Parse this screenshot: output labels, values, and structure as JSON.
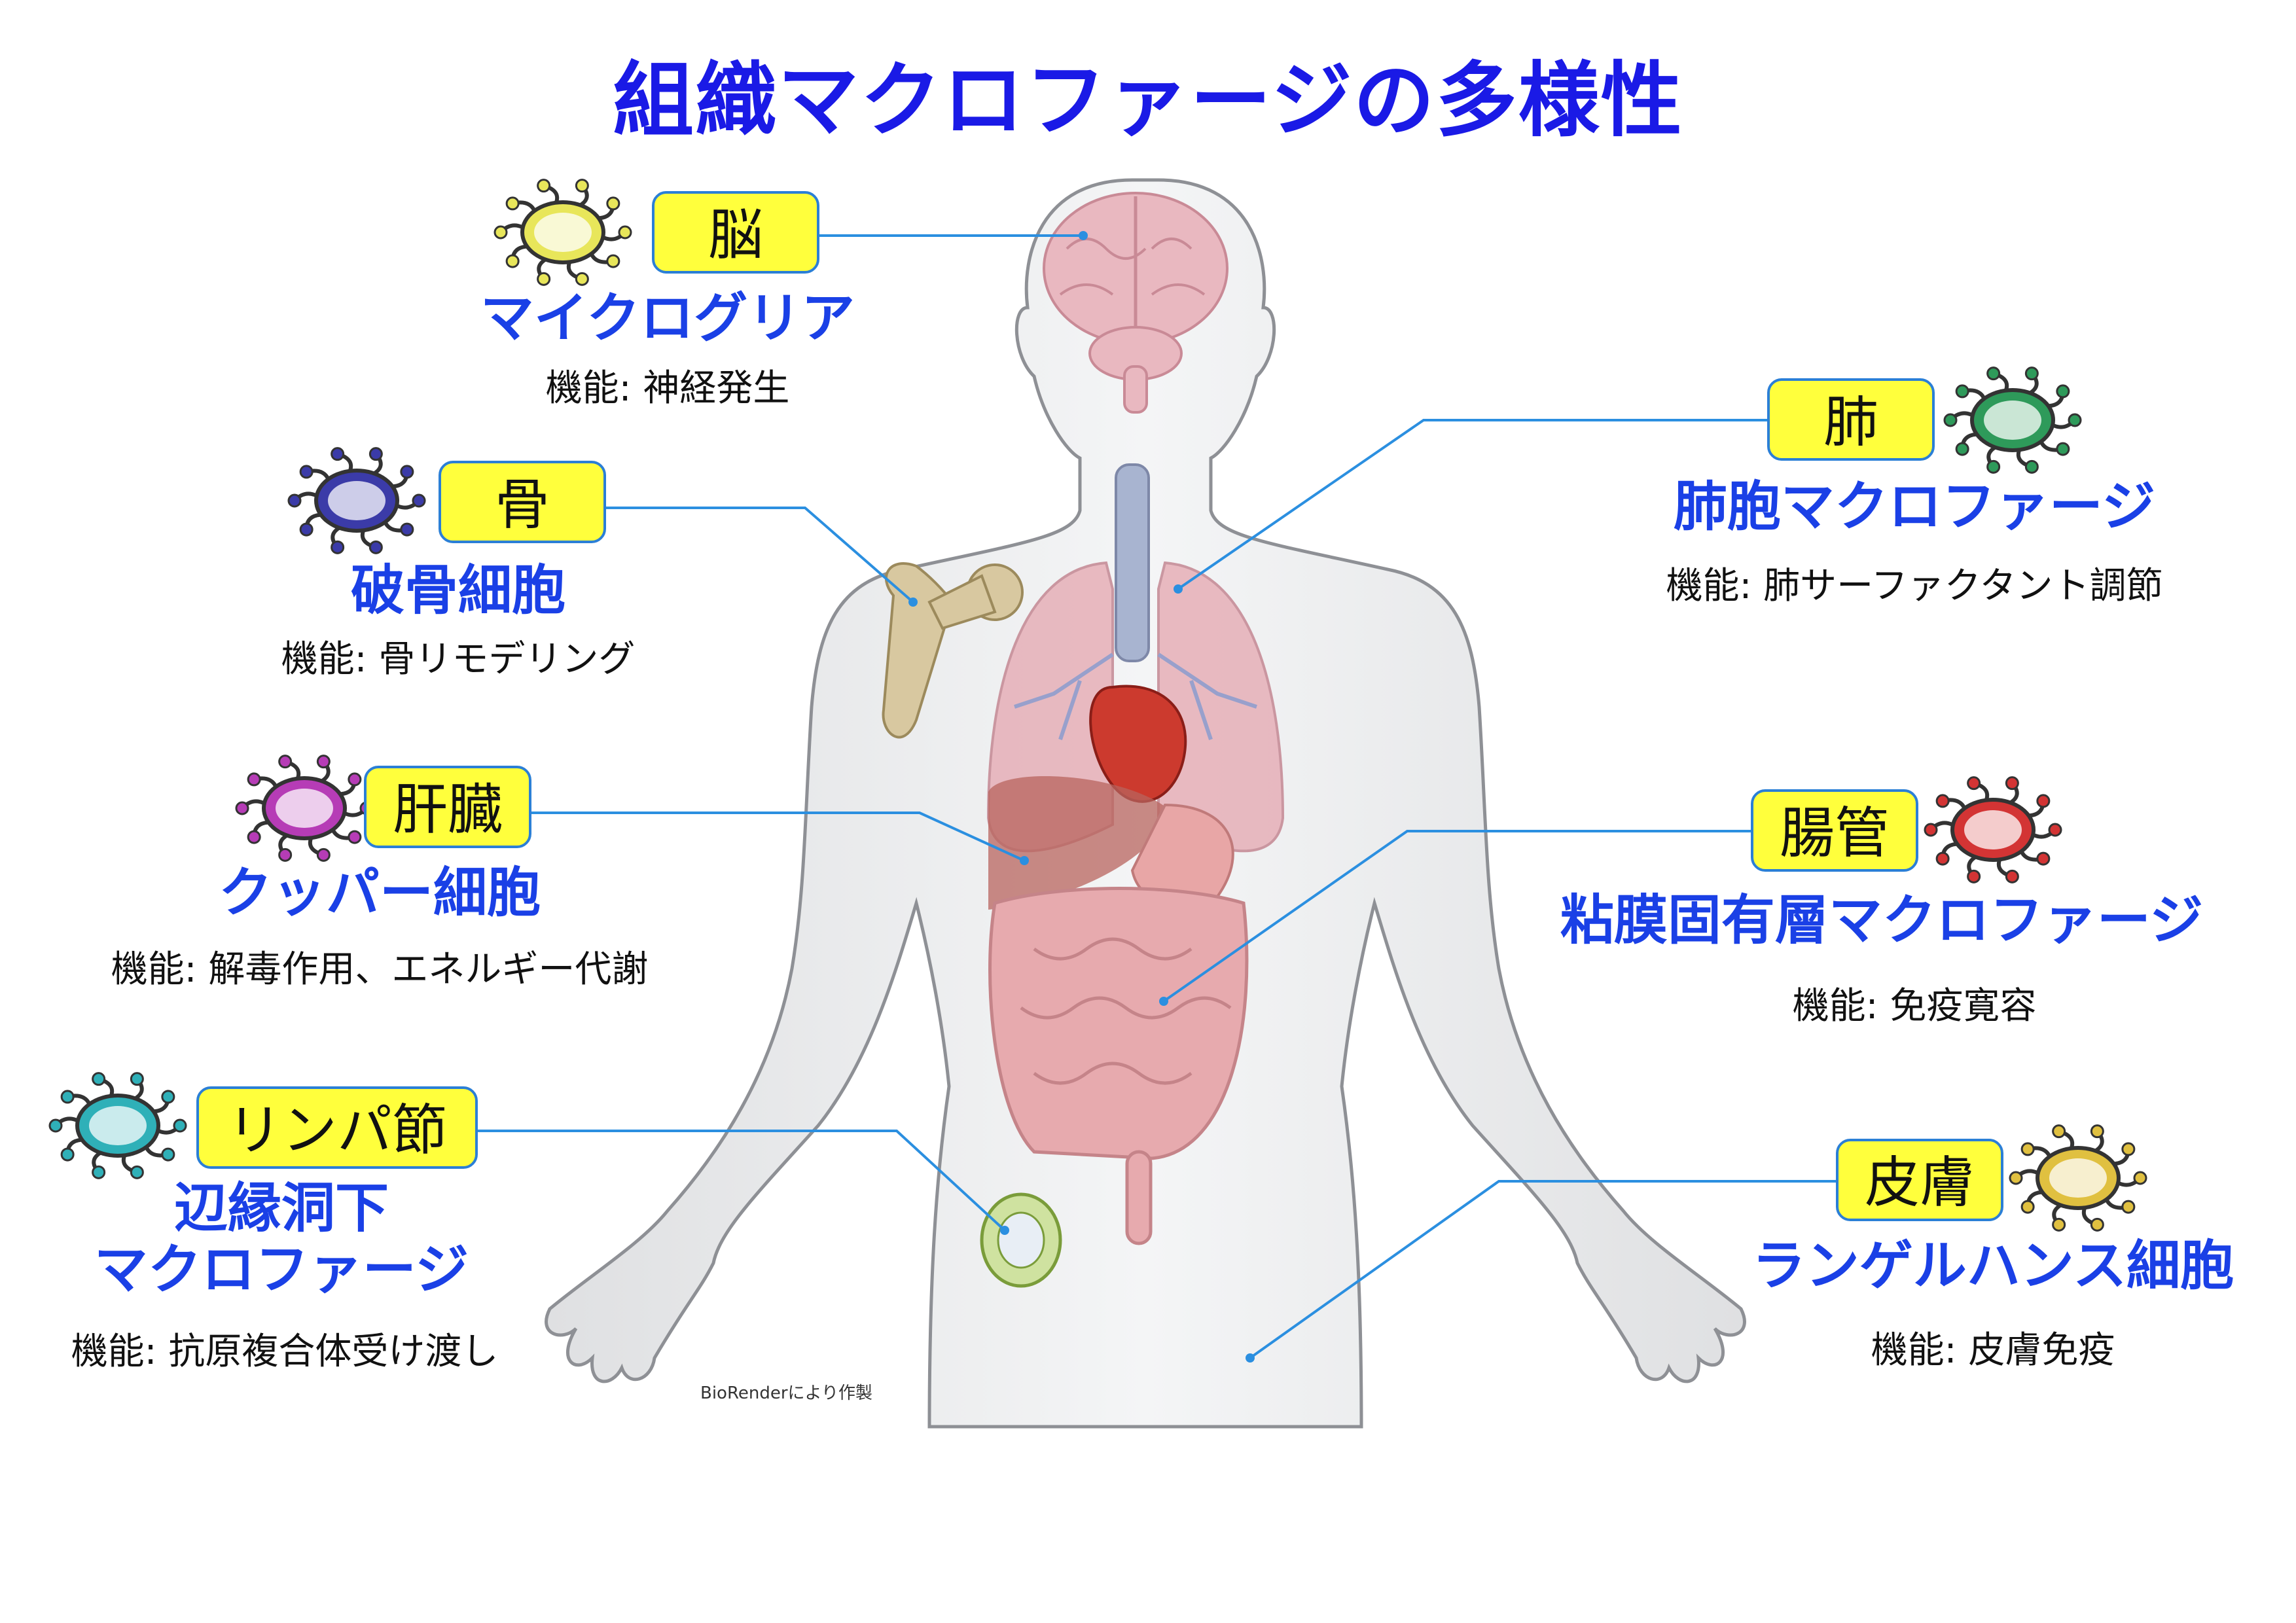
{
  "title": "組織マクロファージの多様性",
  "credit": "BioRenderにより作製",
  "function_prefix": "機能: ",
  "items": [
    {
      "organ": "脳",
      "cell": "マイクログリア",
      "func": "神経発生",
      "color": "#e8e65a",
      "icon": "macrophage-icon"
    },
    {
      "organ": "骨",
      "cell": "破骨細胞",
      "func": "骨リモデリング",
      "color": "#3b3ba8",
      "icon": "macrophage-icon"
    },
    {
      "organ": "肝臓",
      "cell": "クッパー細胞",
      "func": "解毒作用、エネルギー代謝",
      "color": "#b63cb6",
      "icon": "macrophage-icon"
    },
    {
      "organ": "リンパ節",
      "cell": "辺縁洞下\nマクロファージ",
      "func": "抗原複合体受け渡し",
      "color": "#2fb0b8",
      "icon": "macrophage-icon"
    },
    {
      "organ": "肺",
      "cell": "肺胞マクロファージ",
      "func": "肺サーファクタント調節",
      "color": "#2e9a5a",
      "icon": "macrophage-icon"
    },
    {
      "organ": "腸管",
      "cell": "粘膜固有層マクロファージ",
      "func": "免疫寛容",
      "color": "#d33434",
      "icon": "macrophage-icon"
    },
    {
      "organ": "皮膚",
      "cell": "ランゲルハンス細胞",
      "func": "皮膚免疫",
      "color": "#e0c040",
      "icon": "macrophage-icon"
    }
  ]
}
